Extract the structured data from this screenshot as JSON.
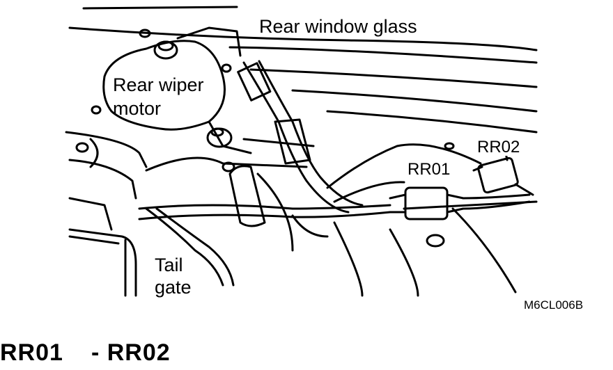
{
  "labels": {
    "rear_window_glass": "Rear window glass",
    "rear_wiper_motor_line1": "Rear wiper",
    "rear_wiper_motor_line2": "motor",
    "rr01": "RR01",
    "rr02": "RR02",
    "tail_gate_line1": "Tail",
    "tail_gate_line2": "gate",
    "figure_code": "M6CL006B"
  },
  "caption": {
    "from": "RR01",
    "to": "- RR02"
  }
}
